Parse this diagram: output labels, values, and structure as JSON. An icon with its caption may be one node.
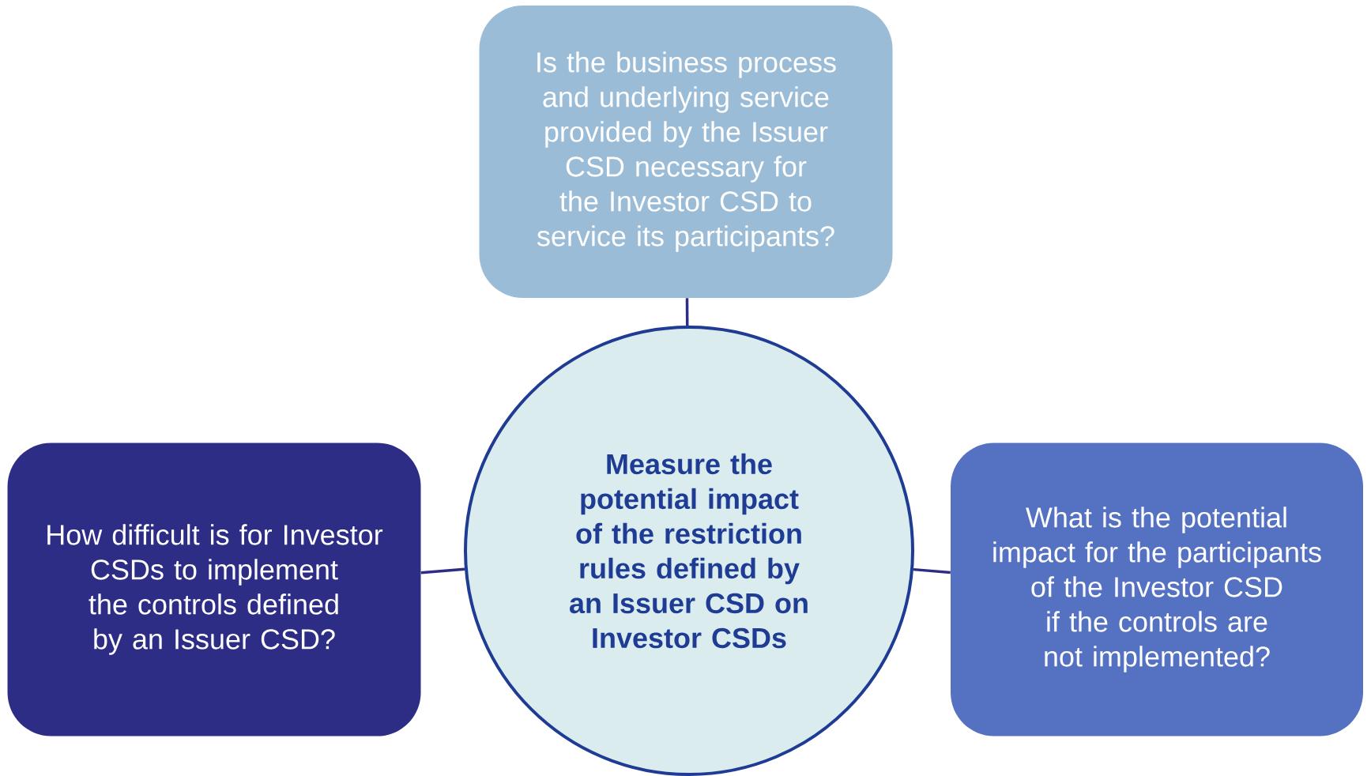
{
  "diagram": {
    "nodes": [
      {
        "text": [
          "Is the business process and underlying service provided by the Issuer CSD necessary for the Investor CSD to service its participants?"
        ]
      },
      {
        "text": [
          "How difficult is for Investor CSDs to implement the controls defined by an Issuer CSD?"
        ]
      },
      {
        "text": [
          "Measure the potential impact of the restriction rules defined by an Issuer CSD on Investor CSDs"
        ]
      },
      {
        "text": [
          "What is the potential impact for the participants of the Investor CSD if the controls are not implemented?"
        ]
      }
    ],
    "edges": [
      {
        "from": 2,
        "to": 0,
        "arrow": "none"
      },
      {
        "from": 2,
        "to": 1,
        "arrow": "none"
      },
      {
        "from": 2,
        "to": 3,
        "arrow": "none"
      }
    ]
  }
}
